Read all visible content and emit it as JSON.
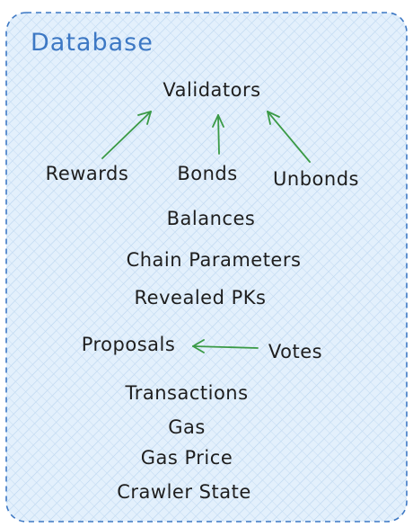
{
  "title": "Database",
  "nodes": {
    "validators": "Validators",
    "rewards": "Rewards",
    "bonds": "Bonds",
    "unbonds": "Unbonds",
    "balances": "Balances",
    "chain_parameters": "Chain Parameters",
    "revealed_pks": "Revealed PKs",
    "proposals": "Proposals",
    "votes": "Votes",
    "transactions": "Transactions",
    "gas": "Gas",
    "gas_price": "Gas Price",
    "crawler_state": "Crawler State"
  },
  "colors": {
    "container_fill": "#d7e9fb",
    "container_border": "#3d78c4",
    "hatch": "#b9d4ef",
    "arrow": "#3a9a46",
    "text": "#1e1e1e",
    "title": "#3d78c4"
  },
  "edges": [
    {
      "from": "Rewards",
      "to": "Validators"
    },
    {
      "from": "Bonds",
      "to": "Validators"
    },
    {
      "from": "Unbonds",
      "to": "Validators"
    },
    {
      "from": "Votes",
      "to": "Proposals"
    }
  ]
}
